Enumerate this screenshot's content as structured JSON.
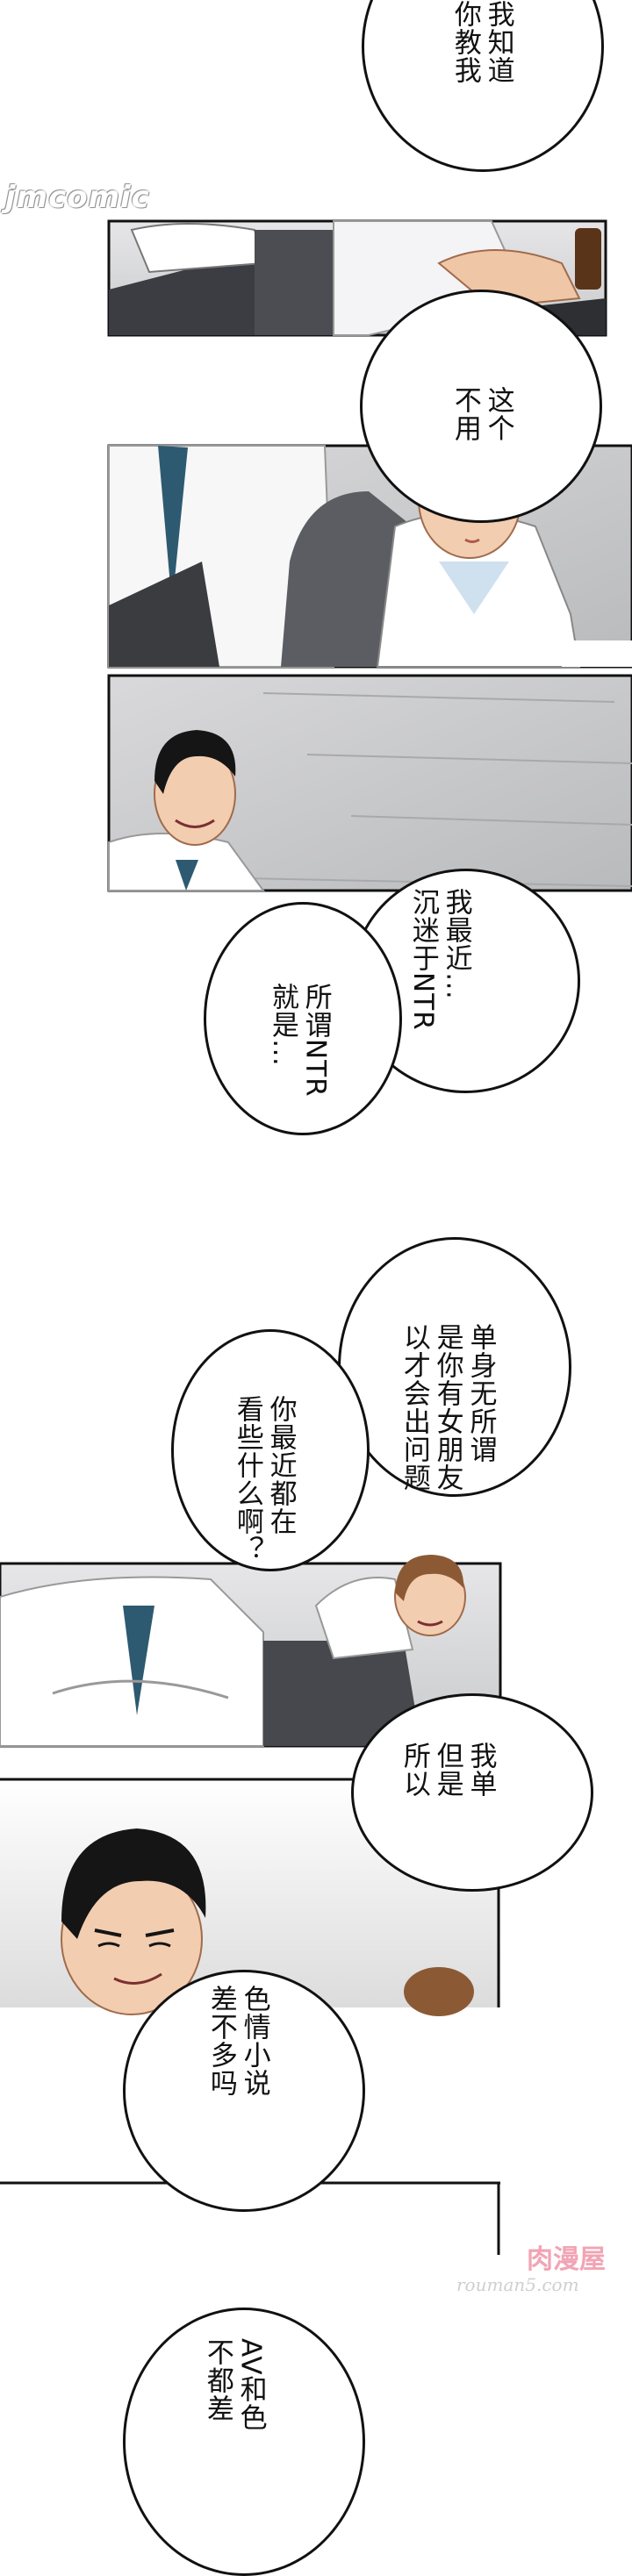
{
  "watermarks": {
    "top_left": "jmcomic",
    "bottom_right_title": "肉漫屋",
    "bottom_right_url": "rouman5.com"
  },
  "bubbles": [
    {
      "id": "b1",
      "lines": [
        "我知道",
        "你教我"
      ]
    },
    {
      "id": "b2",
      "lines": [
        "这个",
        "不用"
      ]
    },
    {
      "id": "b3",
      "lines": [
        "我最近…",
        "沉迷于NTR"
      ]
    },
    {
      "id": "b4",
      "lines": [
        "所谓NTR",
        "就是…"
      ]
    },
    {
      "id": "b5",
      "lines": [
        "单身无所谓",
        "是你有女朋友",
        "以才会出问题"
      ]
    },
    {
      "id": "b6",
      "lines": [
        "你最近都在",
        "看些什么啊？"
      ]
    },
    {
      "id": "b7",
      "lines": [
        "我单",
        "但是",
        "所以"
      ]
    },
    {
      "id": "b8",
      "lines": [
        "色情小说",
        "差不多吗"
      ]
    },
    {
      "id": "b9",
      "lines": [
        "AV和色",
        "不都差"
      ]
    }
  ]
}
